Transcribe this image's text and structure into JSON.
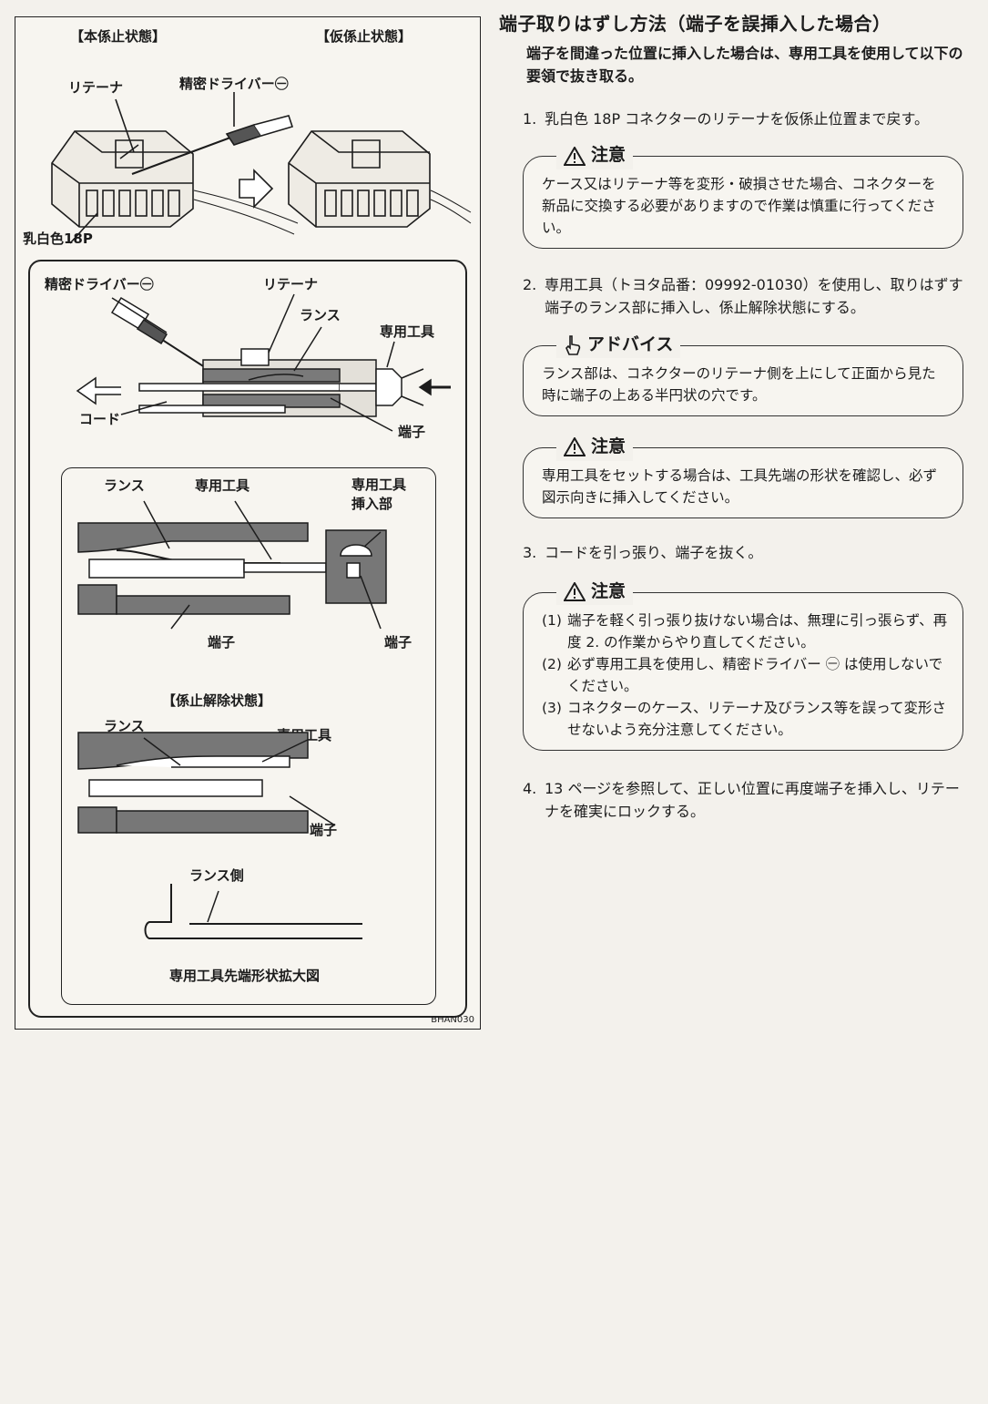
{
  "figure": {
    "label_locked": "【本係止状態】",
    "label_temp": "【仮係止状態】",
    "label_retainer": "リテーナ",
    "label_driver": "精密ドライバー㊀",
    "label_connector": "乳白色18P",
    "label_driver_2": "精密ドライバー㊀",
    "label_retainer_2": "リテーナ",
    "label_lance": "ランス",
    "label_tool": "専用工具",
    "label_cord": "コード",
    "label_terminal": "端子",
    "zoom_lance": "ランス",
    "zoom_tool": "専用工具",
    "zoom_tool_insert": "専用工具\n挿入部",
    "zoom_terminal": "端子",
    "zoom_terminal_2": "端子",
    "release_title": "【係止解除状態】",
    "release_lance": "ランス",
    "release_tool": "専用工具",
    "release_terminal": "端子",
    "tip_side": "ランス側",
    "tip_caption": "専用工具先端形状拡大図",
    "figure_code": "BHAN030"
  },
  "section": {
    "title": "端子取りはずし方法（端子を誤挿入した場合）",
    "intro": "端子を間違った位置に挿入した場合は、専用工具を使用して以下の要領で抜き取る。"
  },
  "steps": [
    {
      "num": "1.",
      "text": "乳白色 18P コネクターのリテーナを仮係止位置まで戻す。"
    },
    {
      "num": "2.",
      "text": "専用工具（トヨタ品番：09992-01030）を使用し、取りはずす端子のランス部に挿入し、係止解除状態にする。"
    },
    {
      "num": "3.",
      "text": "コードを引っ張り、端子を抜く。"
    },
    {
      "num": "4.",
      "text": "13 ページを参照して、正しい位置に再度端子を挿入し、リテーナを確実にロックする。"
    }
  ],
  "caution1": {
    "title": "注意",
    "text": "ケース又はリテーナ等を変形・破損させた場合、コネクターを新品に交換する必要がありますので作業は慎重に行ってください。"
  },
  "advice": {
    "title": "アドバイス",
    "text": "ランス部は、コネクターのリテーナ側を上にして正面から見た時に端子の上ある半円状の穴です。"
  },
  "caution2": {
    "title": "注意",
    "text": "専用工具をセットする場合は、工具先端の形状を確認し、必ず図示向きに挿入してください。"
  },
  "caution3": {
    "title": "注意",
    "items": [
      {
        "num": "(1)",
        "text": "端子を軽く引っ張り抜けない場合は、無理に引っ張らず、再度 2. の作業からやり直してください。"
      },
      {
        "num": "(2)",
        "text": "必ず専用工具を使用し、精密ドライバー ㊀ は使用しないでください。"
      },
      {
        "num": "(3)",
        "text": "コネクターのケース、リテーナ及びランス等を誤って変形させないよう充分注意してください。"
      }
    ]
  },
  "colors": {
    "ink": "#1c1c1c",
    "paper": "#f3f1ec",
    "bleed": "#cfcac2",
    "hatch": "#6d6d6d"
  }
}
